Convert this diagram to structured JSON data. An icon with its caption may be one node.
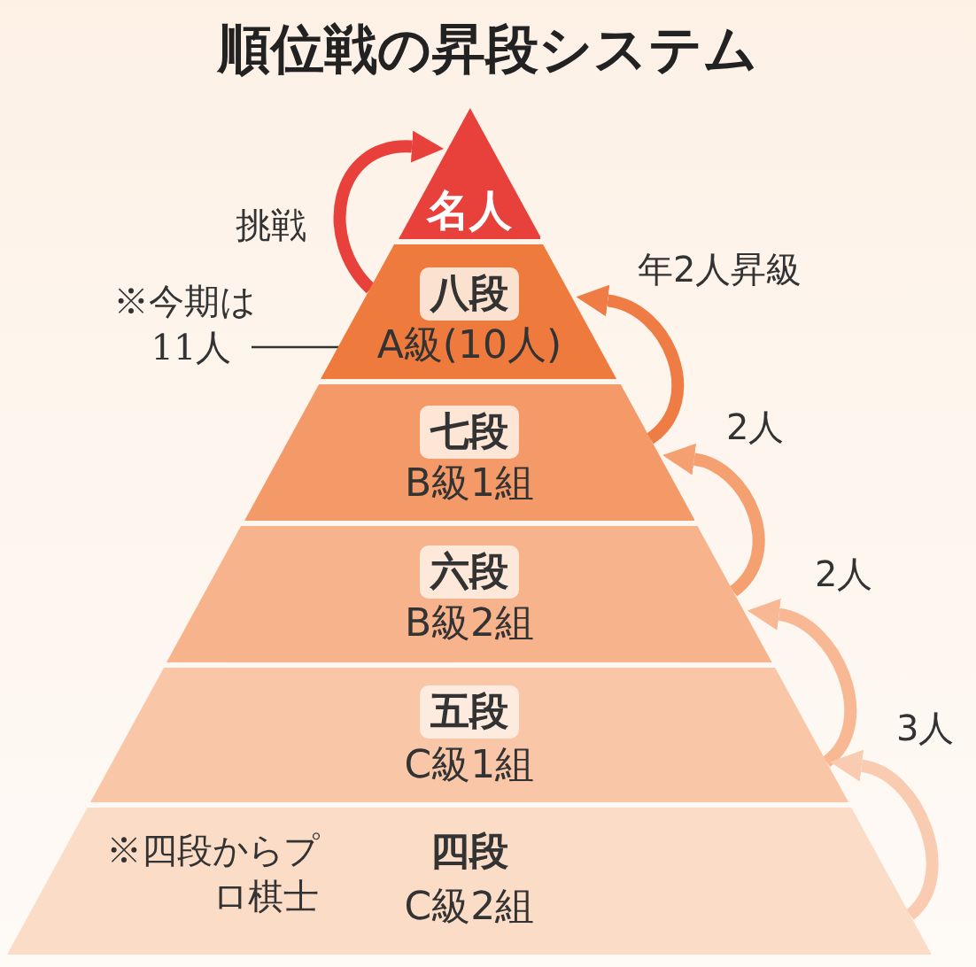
{
  "diagram": {
    "title": "順位戦の昇段システム",
    "nodes": [
      {
        "text": [
          "名人"
        ]
      },
      {
        "text": [
          "八段",
          "A級(10人)"
        ]
      },
      {
        "text": [
          "七段",
          "B級1組"
        ]
      },
      {
        "text": [
          "六段",
          "B級2組"
        ]
      },
      {
        "text": [
          "五段",
          "C級1組"
        ]
      },
      {
        "text": [
          "※四段からプロ棋士",
          "四段",
          "C級2組"
        ]
      },
      {
        "text": [
          "※今期は11人"
        ]
      }
    ],
    "edges": [
      {
        "from": 1,
        "to": 0,
        "arrow": "to",
        "label": "挑戦",
        "color": "#e8403a"
      },
      {
        "from": 2,
        "to": 1,
        "arrow": "to",
        "label": "年2人昇級",
        "color": "#ef7c44"
      },
      {
        "from": 3,
        "to": 2,
        "arrow": "to",
        "label": "2人",
        "color": "#f4a070"
      },
      {
        "from": 4,
        "to": 3,
        "arrow": "to",
        "label": "2人",
        "color": "#f7b893"
      },
      {
        "from": 5,
        "to": 4,
        "arrow": "to",
        "label": "3人",
        "color": "#f9cbb0"
      },
      {
        "from": 6,
        "to": 1,
        "arrow": "none",
        "color": "#333333"
      }
    ]
  }
}
